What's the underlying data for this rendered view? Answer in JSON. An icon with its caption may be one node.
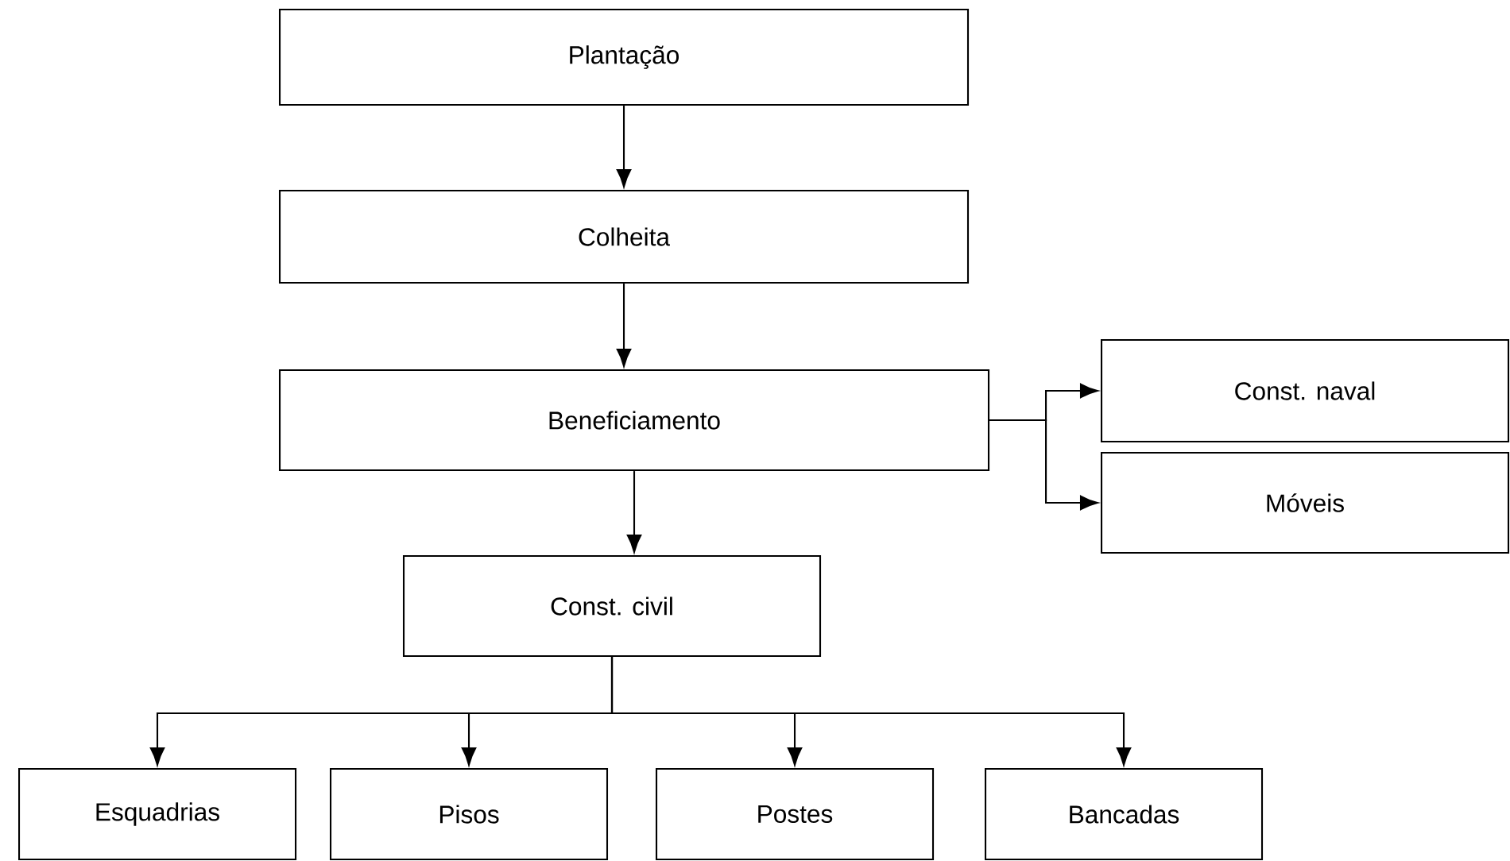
{
  "diagram": {
    "nodes": [
      {
        "text": [
          "Plantação"
        ]
      },
      {
        "text": [
          "Colheita"
        ]
      },
      {
        "text": [
          "Beneficiamento"
        ]
      },
      {
        "text": [
          "Const. naval"
        ]
      },
      {
        "text": [
          "Móveis"
        ]
      },
      {
        "text": [
          "Const. civil"
        ]
      },
      {
        "text": [
          "Esquadrias"
        ]
      },
      {
        "text": [
          "Pisos"
        ]
      },
      {
        "text": [
          "Postes"
        ]
      },
      {
        "text": [
          "Bancadas"
        ]
      }
    ],
    "edges": [
      {
        "from": 0,
        "to": 1,
        "arrow": "to"
      },
      {
        "from": 1,
        "to": 2,
        "arrow": "to"
      },
      {
        "from": 2,
        "to": 3,
        "arrow": "to"
      },
      {
        "from": 2,
        "to": 4,
        "arrow": "to"
      },
      {
        "from": 2,
        "to": 5,
        "arrow": "to"
      },
      {
        "from": 5,
        "to": 6,
        "arrow": "to"
      },
      {
        "from": 5,
        "to": 7,
        "arrow": "to"
      },
      {
        "from": 5,
        "to": 8,
        "arrow": "to"
      },
      {
        "from": 5,
        "to": 9,
        "arrow": "to"
      }
    ]
  }
}
